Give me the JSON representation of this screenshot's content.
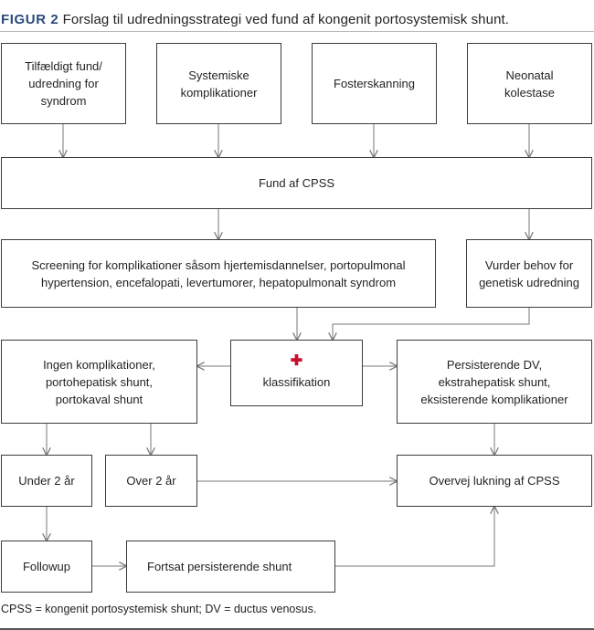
{
  "figure": {
    "label": "FIGUR 2",
    "title": "Forslag til udredningsstrategi ved fund af kongenit portosystemisk shunt."
  },
  "boxes": {
    "tilfaeldigt": "Tilfældigt fund/\nudredning for\nsyndrom",
    "systemiske": "Systemiske\nkomplikationer",
    "fosterskanning": "Fosterskanning",
    "neonatal": "Neonatal\nkolestase",
    "fund_cpss": "Fund af CPSS",
    "screening": "Screening for komplikationer såsom hjertemisdannelser, portopulmonal\nhypertension, encefalopati, levertumorer, hepatopulmonalt syndrom",
    "vurder": "Vurder behov for\ngenetisk udredning",
    "ingen": "Ingen komplikationer,\nportohepatisk shunt,\nportokaval shunt",
    "klassifikation": "klassifikation",
    "persisterende": "Persisterende DV,\nekstrahepatisk shunt,\neksisterende komplikationer",
    "under2": "Under 2 år",
    "over2": "Over 2 år",
    "overvej": "Overvej lukning af CPSS",
    "followup": "Followup",
    "fortsat": "Fortsat persisterende shunt"
  },
  "footnote": "CPSS = kongenit portosystemisk shunt; DV = ductus venosus.",
  "colors": {
    "figure_label": "#2b4a7a",
    "plus_sign": "#c8102e",
    "box_border": "#3c3c3c",
    "arrow": "#777777"
  },
  "icons": {
    "classification_marker": "red-cross-icon"
  }
}
